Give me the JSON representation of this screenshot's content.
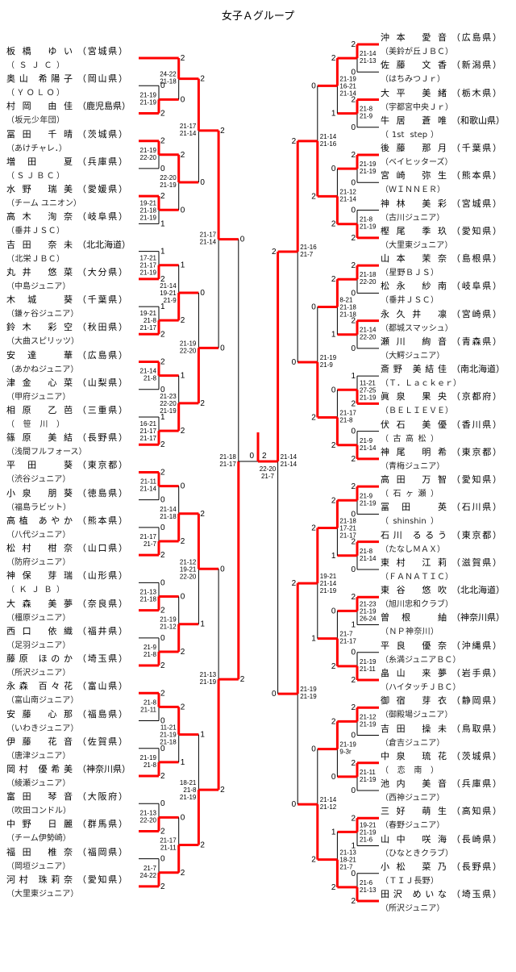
{
  "title": "女子Ａグループ",
  "colors": {
    "winner_line": "#ff0000",
    "line": "#000000"
  },
  "left_players": [
    {
      "name": "板橋 ゆい",
      "pref": "宮城県",
      "club": "ＳＪＣ"
    },
    {
      "name": "奥山 希陽子",
      "pref": "岡山県",
      "club": "ＹＯＬＯ"
    },
    {
      "name": "村岡 由佳",
      "pref": "鹿児島県",
      "club": "坂元少年団"
    },
    {
      "name": "冨田 千晴",
      "pref": "茨城県",
      "club": "あけチャレ．"
    },
    {
      "name": "増田 夏",
      "pref": "兵庫県",
      "club": "ＳＪＢＣ"
    },
    {
      "name": "水野 瑞美",
      "pref": "愛媛県",
      "club": "チーム ユニオン"
    },
    {
      "name": "高木 洵奈",
      "pref": "岐阜県",
      "club": "垂井ＪＳＣ"
    },
    {
      "name": "吉田 奈未",
      "pref": "北北海道",
      "club": "北栄ＪＢＣ"
    },
    {
      "name": "丸井 悠菜",
      "pref": "大分県",
      "club": "中島ジュニア"
    },
    {
      "name": "木城 葵",
      "pref": "千葉県",
      "club": "鎌ヶ谷ジュニア"
    },
    {
      "name": "鈴木 彩空",
      "pref": "秋田県",
      "club": "大曲スピリッツ"
    },
    {
      "name": "安達 華",
      "pref": "広島県",
      "club": "あかねジュニア"
    },
    {
      "name": "津金 心菜",
      "pref": "山梨県",
      "club": "甲府ジュニア"
    },
    {
      "name": "相原 乙芭",
      "pref": "三重県",
      "club": "笹川"
    },
    {
      "name": "篠原 美結",
      "pref": "長野県",
      "club": "浅間フルフォース"
    },
    {
      "name": "平田 葵",
      "pref": "東京都",
      "club": "渋谷ジュニア"
    },
    {
      "name": "小泉 朋葵",
      "pref": "徳島県",
      "club": "福島ラビット"
    },
    {
      "name": "高植 あやか",
      "pref": "熊本県",
      "club": "八代ジュニア"
    },
    {
      "name": "松村 柑奈",
      "pref": "山口県",
      "club": "防府ジュニア"
    },
    {
      "name": "神保 芽瑞",
      "pref": "山形県",
      "club": "ＫＪＢ"
    },
    {
      "name": "大森 美夢",
      "pref": "奈良県",
      "club": "橿原ジュニア"
    },
    {
      "name": "西口 依織",
      "pref": "福井県",
      "club": "足羽ジュニア"
    },
    {
      "name": "藤原 ほのか",
      "pref": "埼玉県",
      "club": "所沢ジュニア"
    },
    {
      "name": "永森 百々花",
      "pref": "富山県",
      "club": "富山南ジュニア"
    },
    {
      "name": "安藤 心那",
      "pref": "福島県",
      "club": "いわきジュニア"
    },
    {
      "name": "伊藤 花音",
      "pref": "佐賀県",
      "club": "唐津ジュニア"
    },
    {
      "name": "岡村 優希美",
      "pref": "神奈川県",
      "club": "綾瀬ジュニア"
    },
    {
      "name": "富田 琴音",
      "pref": "大阪府",
      "club": "吹田コンドル"
    },
    {
      "name": "中野 日麗",
      "pref": "群馬県",
      "club": "チーム伊勢崎"
    },
    {
      "name": "福田 椎奈",
      "pref": "福岡県",
      "club": "岡垣ジュニア"
    },
    {
      "name": "河村 珠莉奈",
      "pref": "愛知県",
      "club": "大里東ジュニア"
    }
  ],
  "right_players": [
    {
      "name": "沖本 愛音",
      "pref": "広島県",
      "club": "美鈴が丘ＪＢＣ"
    },
    {
      "name": "佐藤 文香",
      "pref": "新潟県",
      "club": "はちみつＪｒ"
    },
    {
      "name": "大平 美緒",
      "pref": "栃木県",
      "club": "宇都宮中央Ｊｒ"
    },
    {
      "name": "牛居 蒼唯",
      "pref": "和歌山県",
      "club": "1st step"
    },
    {
      "name": "後藤 那月",
      "pref": "千葉県",
      "club": "ベイヒッターズ"
    },
    {
      "name": "宮崎 弥生",
      "pref": "熊本県",
      "club": "ＷＩＮＮＥＲ"
    },
    {
      "name": "神林 美彩",
      "pref": "宮城県",
      "club": "古川ジュニア"
    },
    {
      "name": "樫尾 季玖",
      "pref": "愛知県",
      "club": "大里東ジュニア"
    },
    {
      "name": "山本 茉奈",
      "pref": "島根県",
      "club": "星野ＢＪＳ"
    },
    {
      "name": "松永 紗南",
      "pref": "岐阜県",
      "club": "垂井ＪＳＣ"
    },
    {
      "name": "永久井 凛",
      "pref": "宮崎県",
      "club": "都城スマッシュ"
    },
    {
      "name": "瀬川 絢音",
      "pref": "青森県",
      "club": "大鰐ジュニア"
    },
    {
      "name": "斎野 美結佳",
      "pref": "南北海道",
      "club": "Ｔ．Ｌａｃｋｅｒ"
    },
    {
      "name": "眞泉 果央",
      "pref": "京都府",
      "club": "ＢＥＬＩＥＶＥ"
    },
    {
      "name": "伏石 美優",
      "pref": "香川県",
      "club": "古高松"
    },
    {
      "name": "神尾 明希",
      "pref": "東京都",
      "club": "青梅ジュニア"
    },
    {
      "name": "高田 万智",
      "pref": "愛知県",
      "club": "石ヶ瀬"
    },
    {
      "name": "冨田 英",
      "pref": "石川県",
      "club": "shinshin"
    },
    {
      "name": "石川 るるう",
      "pref": "東京都",
      "club": "たなしＭＡＸ"
    },
    {
      "name": "東村 江莉",
      "pref": "滋賀県",
      "club": "ＦＡＮＡＴＩＣ"
    },
    {
      "name": "東谷 悠吹",
      "pref": "北北海道",
      "club": "旭川忠和クラブ"
    },
    {
      "name": "曽根 紬",
      "pref": "神奈川県",
      "club": "ＮＰ神奈川"
    },
    {
      "name": "平良 優奈",
      "pref": "沖縄県",
      "club": "糸満ジュニアＢＣ"
    },
    {
      "name": "畠山 来夢",
      "pref": "岩手県",
      "club": "ハイタッチＪＢＣ"
    },
    {
      "name": "御宿 芽衣",
      "pref": "静岡県",
      "club": "御殿場ジュニア"
    },
    {
      "name": "吉田 操未",
      "pref": "鳥取県",
      "club": "倉吉ジュニア"
    },
    {
      "name": "中泉 琉花",
      "pref": "茨城県",
      "club": "恋南"
    },
    {
      "name": "池内 美音",
      "pref": "兵庫県",
      "club": "西神ジュニア"
    },
    {
      "name": "三好 萌生",
      "pref": "高知県",
      "club": "春野ジュニア"
    },
    {
      "name": "山中 咲海",
      "pref": "長崎県",
      "club": "ひなときクラブ"
    },
    {
      "name": "小松 菜乃",
      "pref": "長野県",
      "club": "ＴＩＪ長野"
    },
    {
      "name": "田沢 めいな",
      "pref": "埼玉県",
      "club": "所沢ジュニア"
    }
  ],
  "left_bracket": {
    "s": [
      "21-18",
      "21-17"
    ],
    "ga": 0,
    "gb": 2,
    "a": {
      "s": [
        "21-17",
        "21-14"
      ],
      "ga": 2,
      "gb": 0,
      "a": {
        "s": [
          "21-17",
          "21-14"
        ],
        "ga": 2,
        "gb": 0,
        "a": {
          "s": [
            "24-22",
            "21-18"
          ],
          "ga": 2,
          "gb": 0,
          "a": {
            "p": 0
          },
          "b": {
            "s": [
              "21-19",
              "21-19"
            ],
            "ga": 0,
            "gb": 2,
            "a": {
              "p": 1
            },
            "b": {
              "p": 2
            }
          }
        },
        "b": {
          "s": [
            "22-20",
            "21-19"
          ],
          "ga": 2,
          "gb": 0,
          "a": {
            "s": [
              "21-19",
              "22-20"
            ],
            "ga": 2,
            "gb": 0,
            "a": {
              "p": 3
            },
            "b": {
              "p": 4
            }
          },
          "b": {
            "s": [
              "19-21",
              "21-18",
              "21-19"
            ],
            "ga": 2,
            "gb": 1,
            "a": {
              "p": 5
            },
            "b": {
              "p": 6
            }
          }
        }
      },
      "b": {
        "s": [
          "21-19",
          "22-20"
        ],
        "ga": 0,
        "gb": 2,
        "a": {
          "s": [
            "21-14",
            "19-21",
            "21-9"
          ],
          "ga": 1,
          "gb": 2,
          "a": {
            "s": [
              "17-21",
              "21-17",
              "21-19"
            ],
            "ga": 1,
            "gb": 2,
            "a": {
              "p": 7
            },
            "b": {
              "p": 8
            }
          },
          "b": {
            "s": [
              "19-21",
              "21-8",
              "21-17"
            ],
            "ga": 1,
            "gb": 2,
            "a": {
              "p": 9
            },
            "b": {
              "p": 10
            }
          }
        },
        "b": {
          "s": [
            "21-23",
            "22-20",
            "21-19"
          ],
          "ga": 1,
          "gb": 2,
          "a": {
            "s": [
              "21-14",
              "21-8"
            ],
            "ga": 2,
            "gb": 0,
            "a": {
              "p": 11
            },
            "b": {
              "p": 12
            }
          },
          "b": {
            "s": [
              "16-21",
              "21-17",
              "21-17"
            ],
            "ga": 1,
            "gb": 2,
            "a": {
              "p": 13
            },
            "b": {
              "p": 14
            }
          }
        }
      }
    },
    "b": {
      "s": [
        "21-13",
        "21-19"
      ],
      "ga": 0,
      "gb": 2,
      "a": {
        "s": [
          "21-12",
          "19-21",
          "22-20"
        ],
        "ga": 2,
        "gb": 1,
        "a": {
          "s": [
            "21-14",
            "21-18"
          ],
          "ga": 0,
          "gb": 2,
          "a": {
            "s": [
              "21-11",
              "21-14"
            ],
            "ga": 2,
            "gb": 0,
            "a": {
              "p": 15
            },
            "b": {
              "p": 16
            }
          },
          "b": {
            "s": [
              "21-17",
              "21-7"
            ],
            "ga": 0,
            "gb": 2,
            "a": {
              "p": 17
            },
            "b": {
              "p": 18
            }
          }
        },
        "b": {
          "s": [
            "21-19",
            "21-12"
          ],
          "ga": 0,
          "gb": 2,
          "a": {
            "s": [
              "21-13",
              "21-18"
            ],
            "ga": 0,
            "gb": 2,
            "a": {
              "p": 19
            },
            "b": {
              "p": 20
            }
          },
          "b": {
            "s": [
              "21-9",
              "21-8"
            ],
            "ga": 0,
            "gb": 2,
            "a": {
              "p": 21
            },
            "b": {
              "p": 22
            }
          }
        }
      },
      "b": {
        "s": [
          "18-21",
          "21-8",
          "21-19"
        ],
        "ga": 1,
        "gb": 2,
        "a": {
          "s": [
            "11-21",
            "21-19",
            "21-18"
          ],
          "ga": 2,
          "gb": 1,
          "a": {
            "s": [
              "21-8",
              "21-11"
            ],
            "ga": 2,
            "gb": 0,
            "a": {
              "p": 23
            },
            "b": {
              "p": 24
            }
          },
          "b": {
            "s": [
              "21-19",
              "21-8"
            ],
            "ga": 0,
            "gb": 2,
            "a": {
              "p": 25
            },
            "b": {
              "p": 26
            }
          }
        },
        "b": {
          "s": [
            "21-17",
            "21-11"
          ],
          "ga": 0,
          "gb": 2,
          "a": {
            "s": [
              "21-13",
              "22-20"
            ],
            "ga": 0,
            "gb": 2,
            "a": {
              "p": 27
            },
            "b": {
              "p": 28
            }
          },
          "b": {
            "s": [
              "21-7",
              "24-22"
            ],
            "ga": 0,
            "gb": 2,
            "a": {
              "p": 29
            },
            "b": {
              "p": 30
            }
          }
        }
      }
    }
  },
  "right_bracket": {
    "s": [
      "21-14",
      "21-14"
    ],
    "ga": 2,
    "gb": 0,
    "a": {
      "s": [
        "21-16",
        "21-7"
      ],
      "ga": 2,
      "gb": 0,
      "a": {
        "s": [
          "21-14",
          "21-16"
        ],
        "ga": 0,
        "gb": 2,
        "a": {
          "s": [
            "21-19",
            "16-21",
            "21-14"
          ],
          "ga": 2,
          "gb": 1,
          "a": {
            "s": [
              "21-14",
              "21-13"
            ],
            "ga": 2,
            "gb": 0,
            "a": {
              "p": 0
            },
            "b": {
              "p": 1
            }
          },
          "b": {
            "s": [
              "21-8",
              "21-9"
            ],
            "ga": 2,
            "gb": 0,
            "a": {
              "p": 2
            },
            "b": {
              "p": 3
            }
          }
        },
        "b": {
          "s": [
            "21-12",
            "21-14"
          ],
          "ga": 0,
          "gb": 2,
          "a": {
            "s": [
              "21-19",
              "21-19"
            ],
            "ga": 2,
            "gb": 0,
            "a": {
              "p": 4
            },
            "b": {
              "p": 5
            }
          },
          "b": {
            "s": [
              "21-8",
              "21-19"
            ],
            "ga": 0,
            "gb": 2,
            "a": {
              "p": 6
            },
            "b": {
              "p": 7
            }
          }
        }
      },
      "b": {
        "s": [
          "21-19",
          "21-9"
        ],
        "ga": 0,
        "gb": 2,
        "a": {
          "s": [
            "8-21",
            "21-18",
            "21-18"
          ],
          "ga": 2,
          "gb": 1,
          "a": {
            "s": [
              "21-18",
              "22-20"
            ],
            "ga": 2,
            "gb": 0,
            "a": {
              "p": 8
            },
            "b": {
              "p": 9
            }
          },
          "b": {
            "s": [
              "21-14",
              "22-20"
            ],
            "ga": 2,
            "gb": 0,
            "a": {
              "p": 10
            },
            "b": {
              "p": 11
            }
          }
        },
        "b": {
          "s": [
            "21-17",
            "21-8"
          ],
          "ga": 0,
          "gb": 2,
          "a": {
            "s": [
              "11-21",
              "27-25",
              "21-19"
            ],
            "ga": 1,
            "gb": 2,
            "a": {
              "p": 12
            },
            "b": {
              "p": 13
            }
          },
          "b": {
            "s": [
              "21-9",
              "21-14"
            ],
            "ga": 0,
            "gb": 2,
            "a": {
              "p": 14
            },
            "b": {
              "p": 15
            }
          }
        }
      }
    },
    "b": {
      "s": [
        "21-19",
        "21-19"
      ],
      "ga": 2,
      "gb": 0,
      "a": {
        "s": [
          "19-21",
          "21-14",
          "21-19"
        ],
        "ga": 2,
        "gb": 1,
        "a": {
          "s": [
            "21-18",
            "17-21",
            "21-17"
          ],
          "ga": 2,
          "gb": 1,
          "a": {
            "s": [
              "21-9",
              "21-19"
            ],
            "ga": 2,
            "gb": 0,
            "a": {
              "p": 16
            },
            "b": {
              "p": 17
            }
          },
          "b": {
            "s": [
              "21-8",
              "21-14"
            ],
            "ga": 2,
            "gb": 0,
            "a": {
              "p": 18
            },
            "b": {
              "p": 19
            }
          }
        },
        "b": {
          "s": [
            "21-7",
            "21-17"
          ],
          "ga": 0,
          "gb": 2,
          "a": {
            "s": [
              "21-23",
              "21-19",
              "26-24"
            ],
            "ga": 2,
            "gb": 1,
            "a": {
              "p": 20
            },
            "b": {
              "p": 21
            }
          },
          "b": {
            "s": [
              "21-19",
              "21-11"
            ],
            "ga": 0,
            "gb": 2,
            "a": {
              "p": 22
            },
            "b": {
              "p": 23
            }
          }
        }
      },
      "b": {
        "s": [
          "21-14",
          "21-12"
        ],
        "ga": 0,
        "gb": 2,
        "a": {
          "s": [
            "21-19",
            "9-3r"
          ],
          "ga": 2,
          "gb": 0,
          "a": {
            "s": [
              "21-12",
              "21-19"
            ],
            "ga": 2,
            "gb": 0,
            "a": {
              "p": 24
            },
            "b": {
              "p": 25
            }
          },
          "b": {
            "s": [
              "21-11",
              "21-19"
            ],
            "ga": 2,
            "gb": 0,
            "a": {
              "p": 26
            },
            "b": {
              "p": 27
            }
          }
        },
        "b": {
          "s": [
            "21-13",
            "18-21",
            "21-7"
          ],
          "ga": 1,
          "gb": 2,
          "a": {
            "s": [
              "19-21",
              "21-19",
              "21-6"
            ],
            "ga": 2,
            "gb": 1,
            "a": {
              "p": 28
            },
            "b": {
              "p": 29
            }
          },
          "b": {
            "s": [
              "21-6",
              "21-13"
            ],
            "ga": 0,
            "gb": 2,
            "a": {
              "p": 30
            },
            "b": {
              "p": 31
            }
          }
        }
      }
    }
  },
  "final": {
    "s": [
      "22-20",
      "21-7"
    ],
    "left_games": 0,
    "right_games": 2
  }
}
